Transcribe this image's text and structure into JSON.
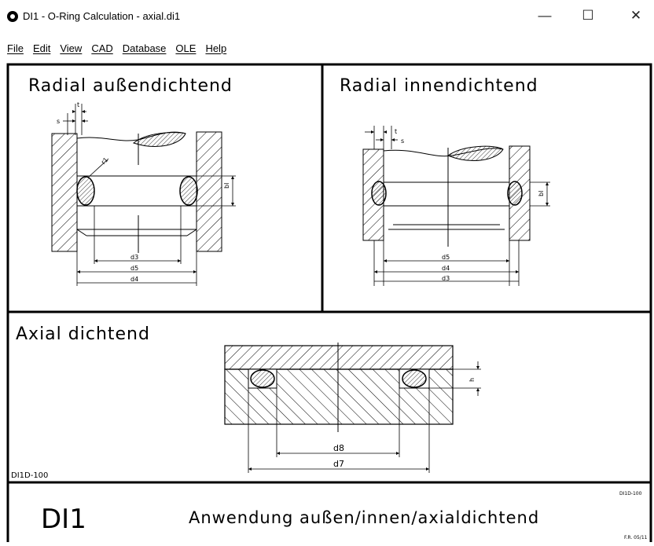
{
  "window": {
    "title": "DI1 - O-Ring Calculation  - axial.di1",
    "minimize_glyph": "—",
    "maximize_glyph": "☐",
    "close_glyph": "✕"
  },
  "menu": {
    "items": [
      "File",
      "Edit",
      "View",
      "CAD",
      "Database",
      "OLE",
      "Help"
    ]
  },
  "drawing": {
    "panel1": {
      "title": "Radial außendichtend",
      "labels": {
        "s": "s",
        "t": "t",
        "r1": "r1",
        "bl": "bl",
        "d3": "d3",
        "d5": "d5",
        "d4": "d4"
      }
    },
    "panel2": {
      "title": "Radial innendichtend",
      "labels": {
        "t": "t",
        "s": "s",
        "bl": "bl",
        "d5": "d5",
        "d4": "d4",
        "d3": "d3"
      }
    },
    "panel3": {
      "title": "Axial dichtend",
      "labels": {
        "h": "h",
        "d8": "d8",
        "d7": "d7"
      },
      "code": "DI1D-100"
    },
    "titleblock": {
      "logo": "DI1",
      "description": "Anwendung außen/innen/axialdichtend",
      "code": "DI1D-100",
      "date": "F.R. 05/11"
    }
  }
}
